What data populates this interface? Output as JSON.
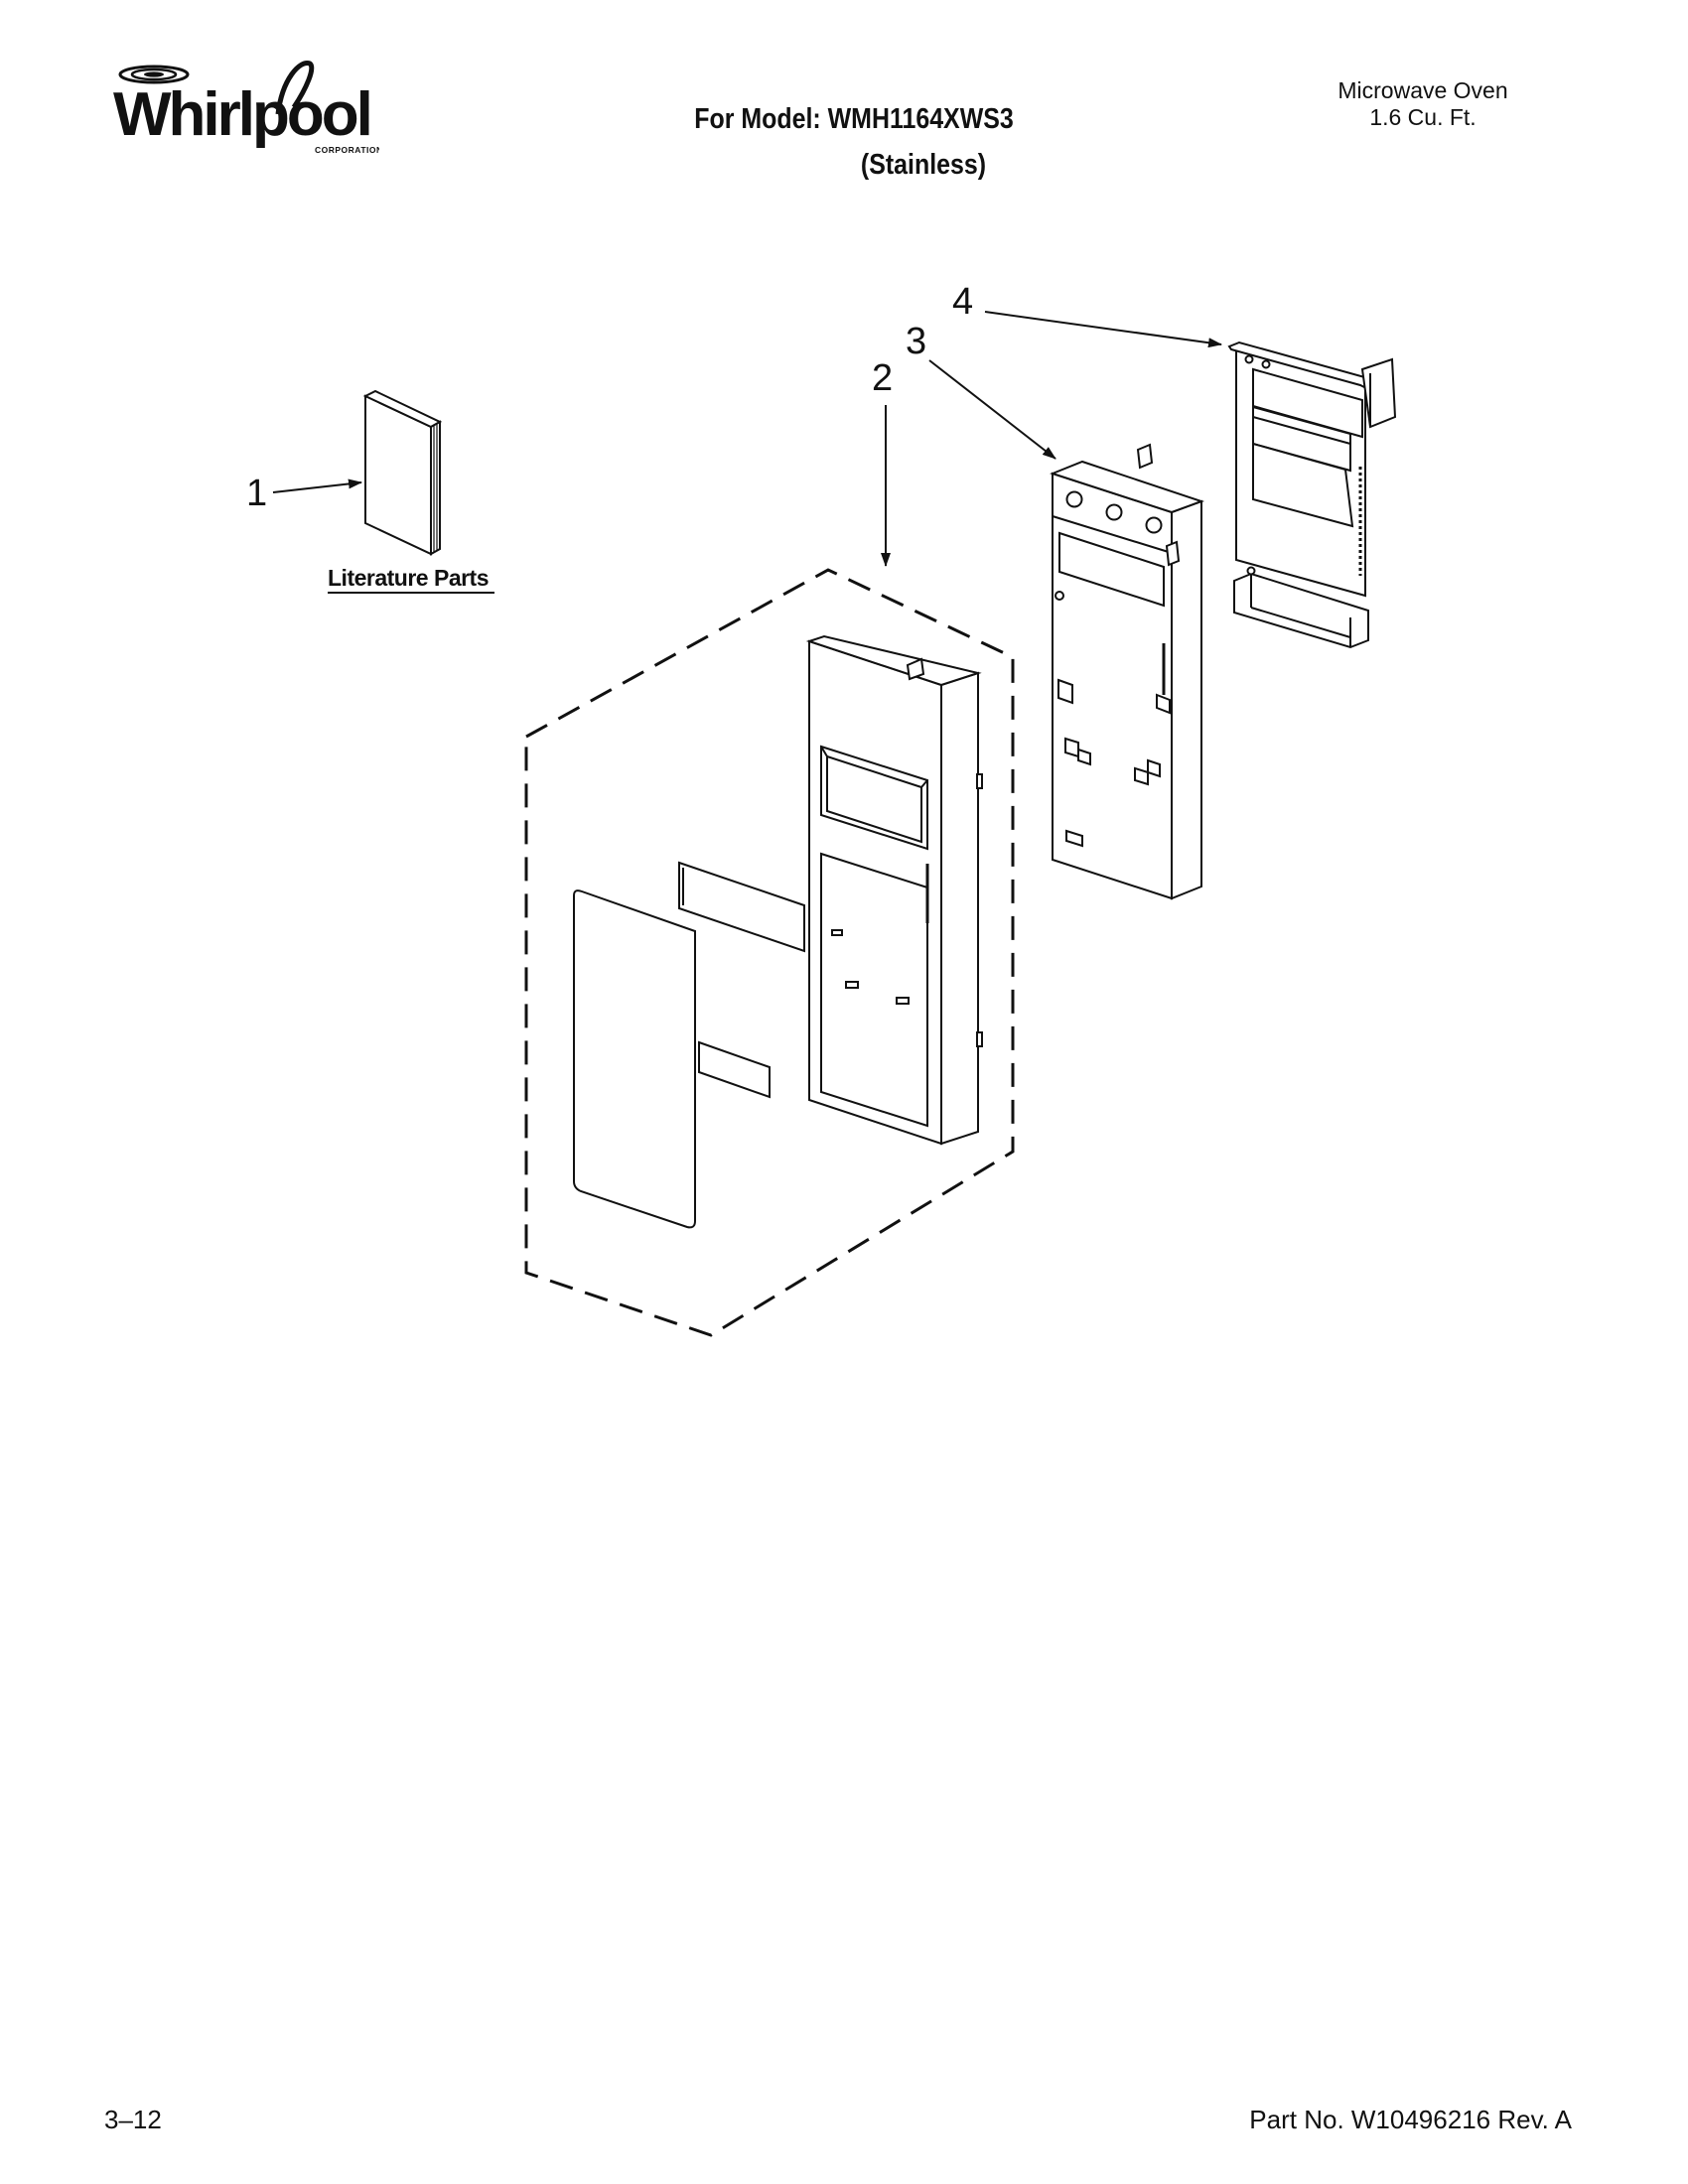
{
  "header": {
    "brand_name": "Whirlpool",
    "brand_sub": "CORPORATION",
    "model_line": "For Model: WMH1164XWS3",
    "variant_line": "(Stainless)",
    "product_name": "Microwave Oven",
    "product_size": "1.6 Cu. Ft."
  },
  "diagram": {
    "callouts": [
      "1",
      "2",
      "3",
      "4"
    ],
    "literature_label": "Literature Parts"
  },
  "footer": {
    "page_number": "3–12",
    "part_number": "Part No. W10496216 Rev. A"
  }
}
